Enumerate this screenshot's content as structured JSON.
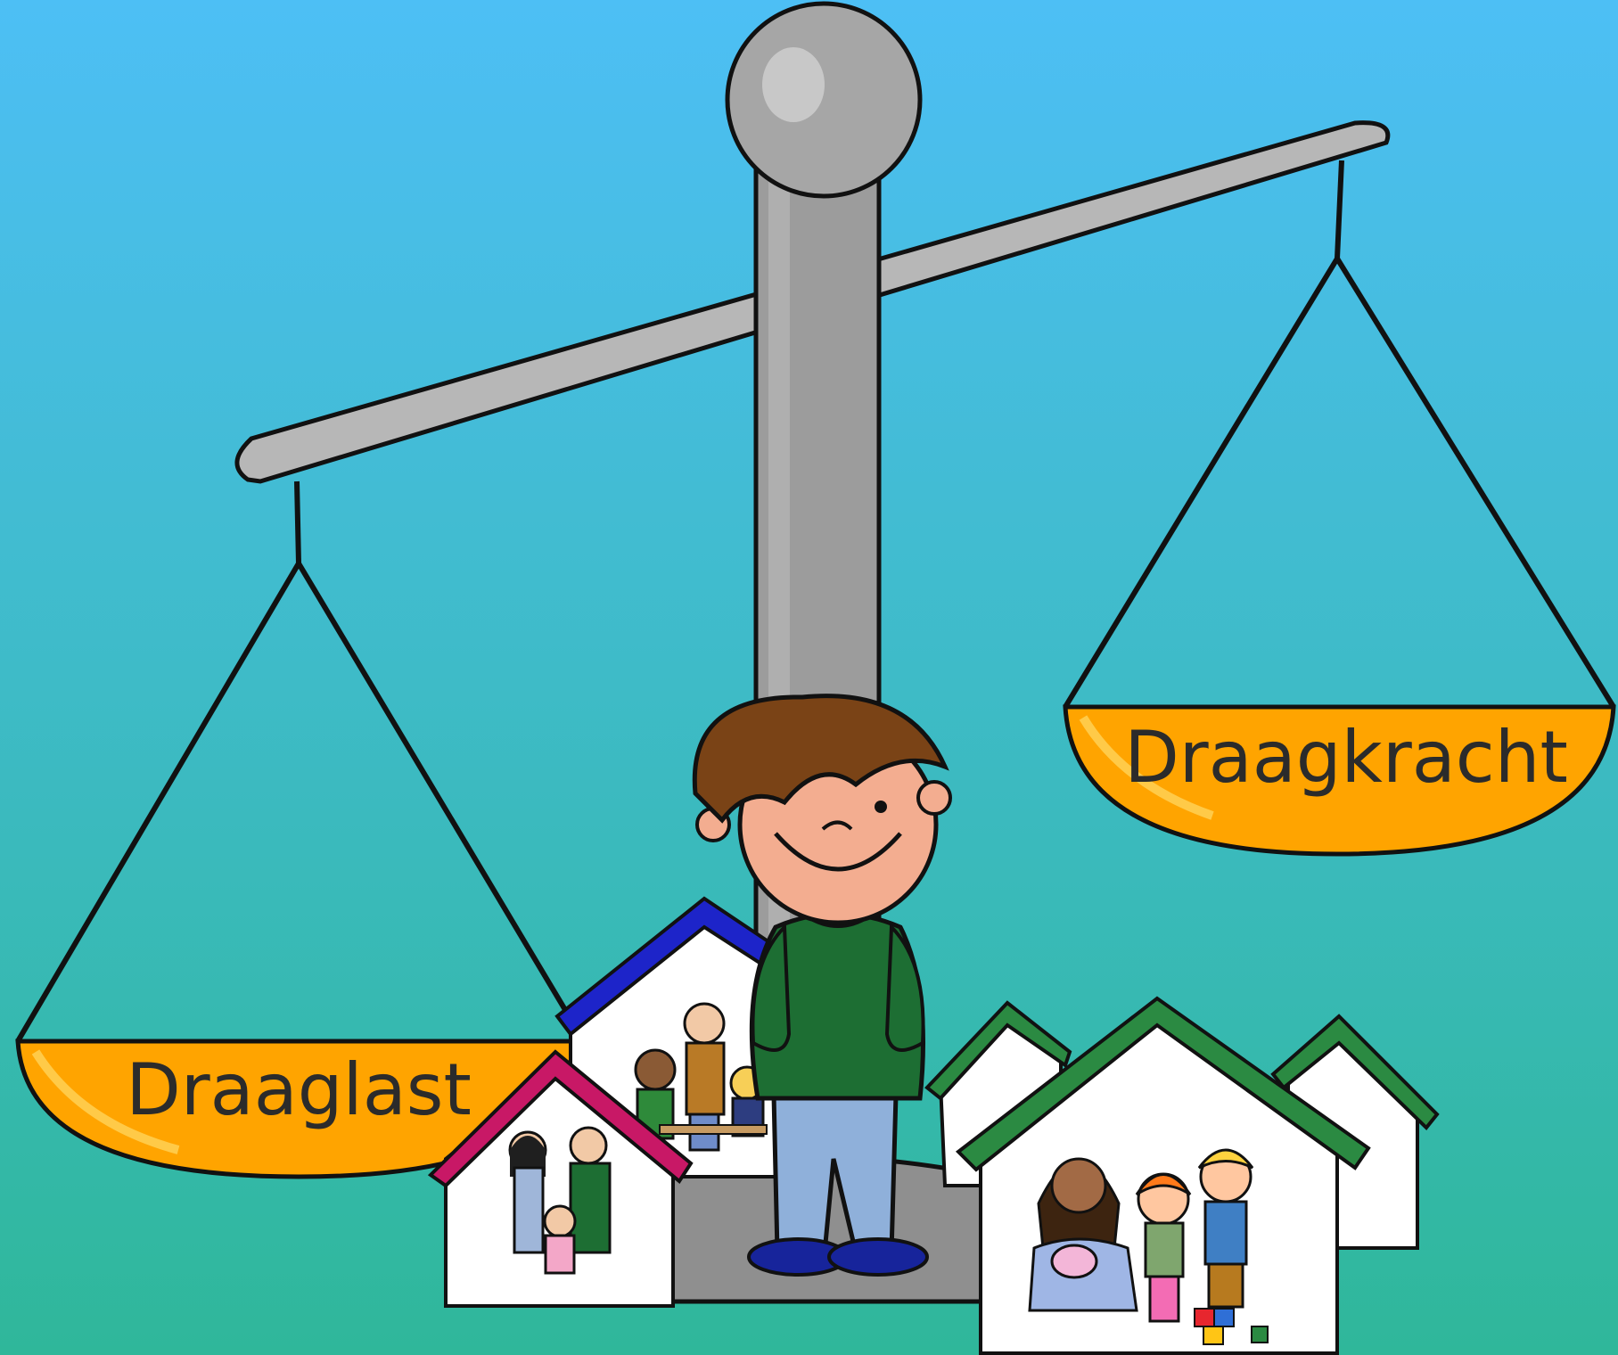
{
  "scene": {
    "background_top": "#4dbff5",
    "background_bottom": "#2fb79a",
    "metal_color": "#b7b7b7",
    "pan_color": "#ffa400",
    "outline_color": "#111111"
  },
  "left_pan": {
    "label": "Draaglast"
  },
  "right_pan": {
    "label": "Draagkracht"
  },
  "houses": [
    {
      "roof_color": "#c81866",
      "scene": "family-parents-child"
    },
    {
      "roof_color": "#1d24c9",
      "scene": "childcare-group"
    },
    {
      "roof_color": "#2b8a42",
      "scene": "mother-baby-children"
    }
  ],
  "boy": {
    "hair_color": "#7a4316",
    "sweater_color": "#1d6e33",
    "pants_color": "#8fb0da"
  }
}
